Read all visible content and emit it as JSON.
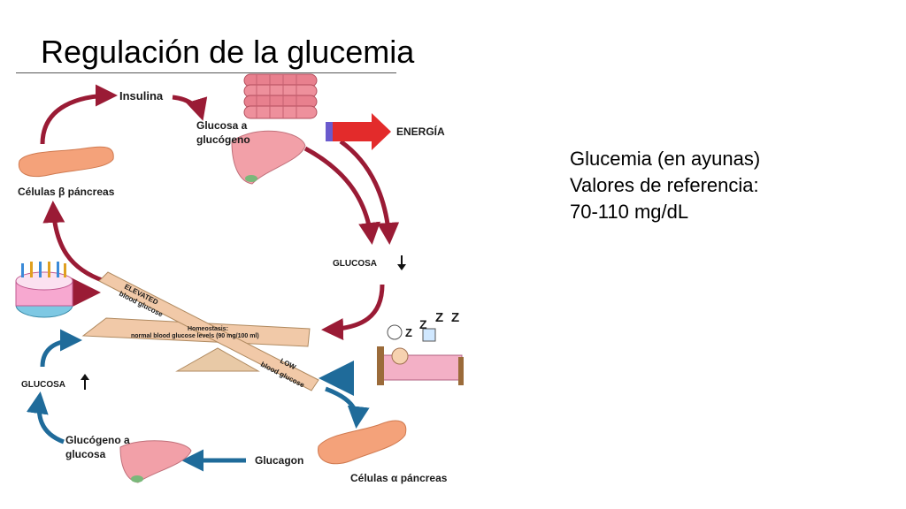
{
  "slide": {
    "title": "Regulación de la glucemia"
  },
  "info_box": {
    "line1": "Glucemia (en ayunas)",
    "line2": "Valores de referencia:",
    "line3": "70-110 mg/dL"
  },
  "diagram": {
    "insulina": "Insulina",
    "glucosa_a_glucogeno_1": "Glucosa a",
    "glucosa_a_glucogeno_2": "glucógeno",
    "energia": "ENERGÍA",
    "celulas_beta": "Células β páncreas",
    "glucosa_down": "GLUCOSA",
    "glucosa_up": "GLUCOSA",
    "elevated_1": "ELEVATED",
    "elevated_2": "blood glucose",
    "homeostasis_1": "Homeostasis:",
    "homeostasis_2": "normal blood glucose levels (90 mg/100 ml)",
    "low_1": "LOW",
    "low_2": "blood glucose",
    "glucogeno_a_glucosa_1": "Glucógeno a",
    "glucogeno_a_glucosa_2": "glucosa",
    "glucagon": "Glucagon",
    "celulas_alfa": "Células α páncreas",
    "sleep_z": "Z"
  },
  "colors": {
    "insulin_arrows": "#9a1b35",
    "glucagon_arrows": "#1f6b9a",
    "pancreas": "#f4a27a",
    "liver": "#f2a0a8",
    "muscle": "#e8808e",
    "seesaw": "#f1c9a8",
    "energy": "#e32b2b"
  }
}
